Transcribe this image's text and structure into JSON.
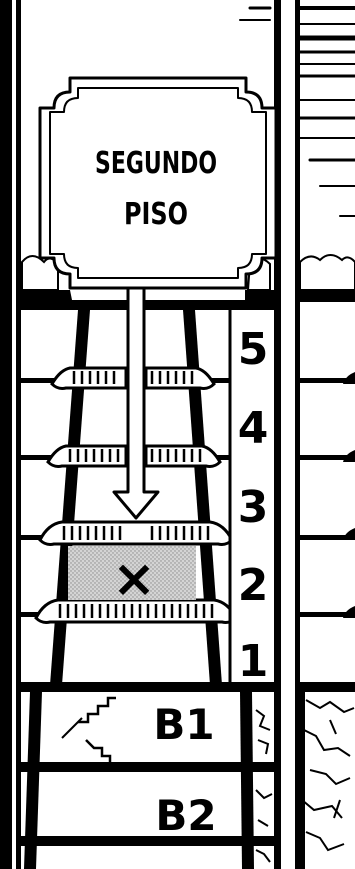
{
  "sign": {
    "line1": "SEGUNDO",
    "line2": "PISO"
  },
  "floors": [
    "5",
    "4",
    "3",
    "2",
    "1"
  ],
  "basements": [
    "B1",
    "B2"
  ],
  "marker": {
    "symbol": "×",
    "floor": "2"
  },
  "colors": {
    "ink": "#000000",
    "paper": "#ffffff",
    "highlight": "#c8c8c8"
  }
}
